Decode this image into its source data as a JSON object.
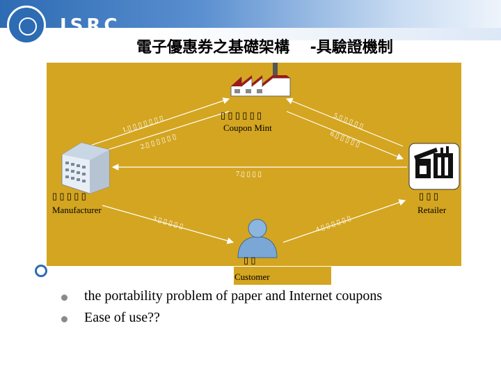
{
  "header": {
    "org_label": "ISRC",
    "title": "電子優惠券之基礎架構　 -具驗證機制"
  },
  "diagram": {
    "nodes": {
      "coupon_mint": {
        "glyphs": "▯ ▯ ▯ ▯ ▯ ▯",
        "label": "Coupon Mint"
      },
      "manufacturer": {
        "glyphs": "▯ ▯ ▯ ▯ ▯",
        "label": "Manufacturer"
      },
      "retailer": {
        "glyphs": "▯ ▯ ▯",
        "label": "Retailer"
      },
      "customer": {
        "glyphs": "▯ ▯",
        "label": "Customer"
      }
    },
    "edges": {
      "e1": "1.▯ ▯ ▯ ▯ ▯ ▯ ▯",
      "e2": "2.▯ ▯ ▯ ▯ ▯ ▯",
      "e3": "3.▯ ▯ ▯ ▯ ▯",
      "e4": "4.▯ ▯ ▯ ▯ ▯ ▯",
      "e5": "5.▯ ▯ ▯ ▯ ▯",
      "e6": "6.▯ ▯ ▯ ▯ ▯",
      "e7": "7.▯ ▯ ▯ ▯"
    }
  },
  "bullets": [
    "the portability problem of paper and Internet coupons",
    "Ease of use??"
  ]
}
